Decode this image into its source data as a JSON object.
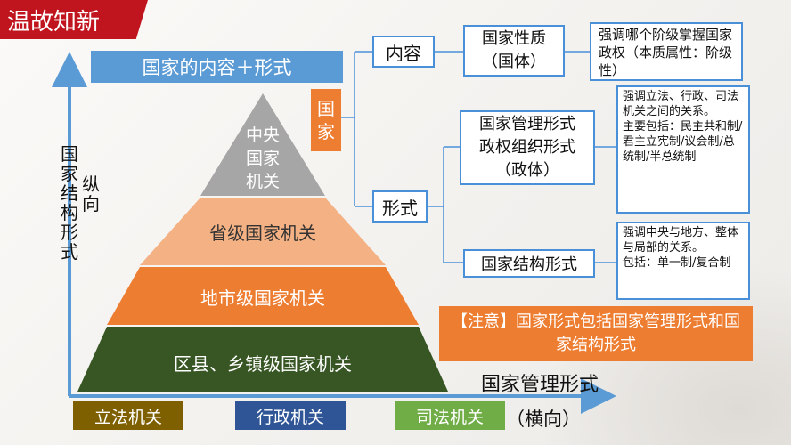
{
  "header": {
    "title": "温故知新"
  },
  "banner": {
    "text": "国家的内容＋形式"
  },
  "pyramid": {
    "top": "中央\n国家\n机关",
    "level2": "省级国家机关",
    "level3": "地市级国家机关",
    "level4": "区县、乡镇级国家机关"
  },
  "axes": {
    "vertical_label": "国家结构形式",
    "vertical_extra": "纵向",
    "horizontal_label": "国家管理形式",
    "horizontal_extra": "（横向）"
  },
  "bottom": {
    "legislative": "立法机关",
    "administrative": "行政机关",
    "judicial": "司法机关"
  },
  "tree": {
    "root": "国家",
    "content": "内容",
    "form": "形式",
    "nature": "国家性质\n（国体）",
    "nature_note": "强调哪个阶级掌握国家政权（本质属性：阶级性）",
    "mgmt": "国家管理形式\n政权组织形式\n（政体）",
    "mgmt_note": "强调立法、行政、司法机关之间的关系。\n主要包括：民主共和制/君主立宪制/议会制/总统制/半总统制",
    "struct": "国家结构形式",
    "struct_note": "强调中央与地方、整体与局部的关系。\n包括：单一制/复合制"
  },
  "note": {
    "text": "【注意】国家形式包括国家管理形式和国家结构形式"
  },
  "colors": {
    "pyramid_top": "#a6a6a6",
    "pyramid_level2": "#f4b183",
    "pyramid_level3": "#ed7d31",
    "pyramid_level4": "#375623",
    "axis": "#5b9bd5",
    "legislative": "#7f6000",
    "administrative": "#2f5597",
    "judicial": "#70ad47"
  }
}
